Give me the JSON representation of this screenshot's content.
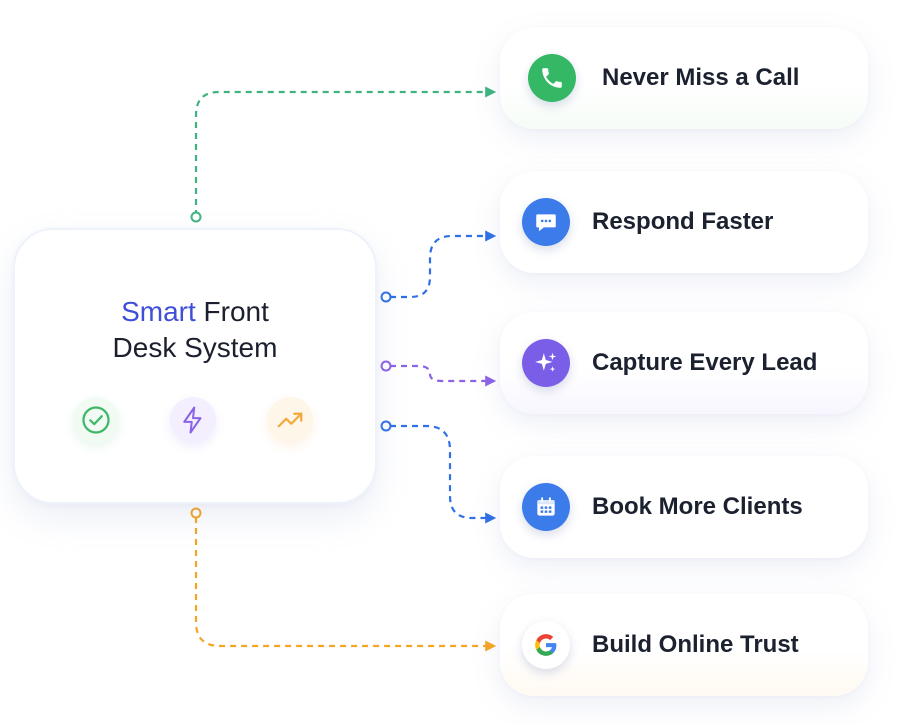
{
  "hub": {
    "title_accent": "Smart",
    "title_rest": "Front",
    "title_line2": "Desk System",
    "icons": [
      "check-circle-icon",
      "lightning-icon",
      "trending-up-icon"
    ]
  },
  "outcomes": [
    {
      "label": "Never Miss a Call",
      "icon": "phone-icon",
      "color": "#34b866"
    },
    {
      "label": "Respond Faster",
      "icon": "chat-bubble-icon",
      "color": "#3b7bea"
    },
    {
      "label": "Capture Every Lead",
      "icon": "sparkles-icon",
      "color": "#7b5ee8"
    },
    {
      "label": "Book More Clients",
      "icon": "calendar-icon",
      "color": "#3b7bea"
    },
    {
      "label": "Build Online Trust",
      "icon": "google-icon",
      "color": "#f5a623"
    }
  ],
  "colors": {
    "accent": "#3f4fd8",
    "green": "#3fb37f",
    "blue": "#2f6fe8",
    "purple": "#8a63e6",
    "orange": "#f5a524"
  }
}
